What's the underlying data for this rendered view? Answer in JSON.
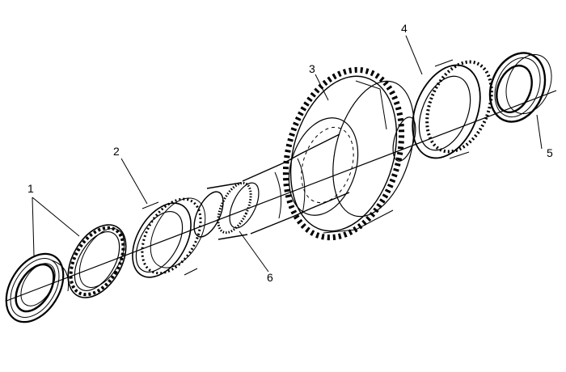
{
  "callouts": [
    "1",
    "2",
    "3",
    "4",
    "5",
    "6"
  ],
  "colors": {
    "ink": "#000000",
    "background": "#ffffff"
  }
}
